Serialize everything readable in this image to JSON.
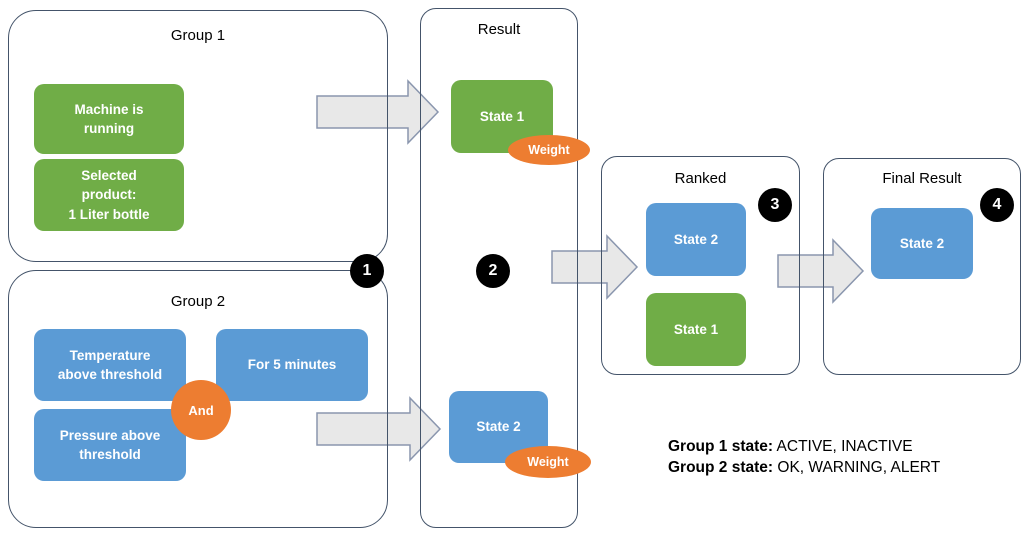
{
  "colors": {
    "green": "#70AD47",
    "blue": "#5B9BD5",
    "orange": "#ED7D31",
    "container_border": "#44546A",
    "arrow_fill": "#E8E8E8",
    "arrow_border": "#8A96AE",
    "badge_bg": "#000000"
  },
  "group1": {
    "title": "Group 1",
    "conditions": [
      "Machine is\nrunning",
      "Selected\nproduct:\n1 Liter bottle"
    ]
  },
  "group2": {
    "title": "Group 2",
    "operator": "And",
    "conditions": [
      "Temperature\nabove threshold",
      "For 5 minutes",
      "Pressure above\nthreshold"
    ]
  },
  "result": {
    "title": "Result",
    "weight_label": "Weight",
    "states": [
      {
        "label": "State 1",
        "color": "green"
      },
      {
        "label": "State 2",
        "color": "blue"
      }
    ]
  },
  "ranked": {
    "title": "Ranked",
    "states": [
      {
        "label": "State 2",
        "color": "blue"
      },
      {
        "label": "State 1",
        "color": "green"
      }
    ]
  },
  "final_result": {
    "title": "Final Result",
    "state": "State 2"
  },
  "badges": [
    "1",
    "2",
    "3",
    "4"
  ],
  "legend": {
    "line1_label": "Group 1 state:",
    "line1_value": "ACTIVE, INACTIVE",
    "line2_label": "Group 2 state:",
    "line2_value": "OK, WARNING, ALERT"
  }
}
